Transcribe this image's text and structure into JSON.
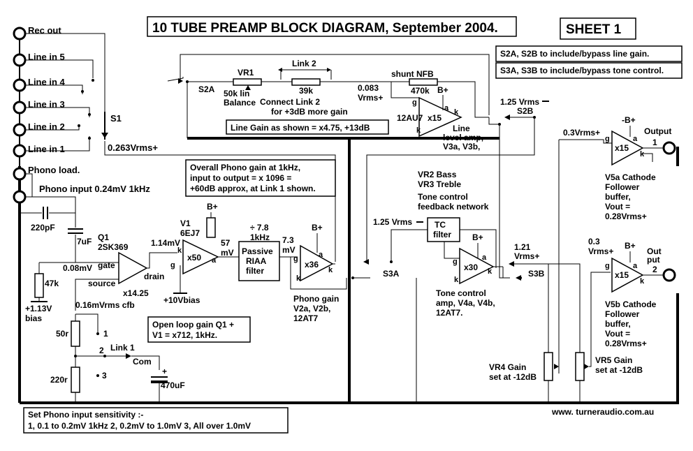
{
  "title": "10 TUBE PREAMP BLOCK DIAGRAM, September 2004.",
  "sheet": "SHEET 1",
  "website": "www. turneraudio.com.au",
  "inputs": {
    "rec_out": "Rec out",
    "line5": "Line in 5",
    "line4": "Line in 4",
    "line3": "Line in 3",
    "line2": "Line in 2",
    "line1": "Line in 1",
    "phono_load": "Phono load.",
    "phono_input": "Phono input 0.24mV 1kHz"
  },
  "selector": {
    "s1": "S1",
    "level": "0.263Vrms+"
  },
  "notes": {
    "s2": "S2A, S2B to include/bypass line gain.",
    "s3": "S3A, S3B to include/bypass tone control.",
    "line_gain": "Line Gain as shown = x4.75, +13dB",
    "overall_1": "Overall Phono gain at 1kHz,",
    "overall_2": "input to output = x 1096 =",
    "overall_3": "+60dB approx, at Link 1 shown.",
    "openloop_1": "Open loop gain Q1 +",
    "openloop_2": "V1 = x712, 1kHz.",
    "sens_1": "Set Phono input sensitivity :-",
    "sens_2": "1, 0.1 to 0.2mV 1kHz   2, 0.2mV to 1.0mV   3, All over 1.0mV"
  },
  "line_stage": {
    "vr1": "VR1",
    "vr1_value": "50k lin",
    "vr1_name": "Balance",
    "s2a": "S2A",
    "link2": "Link 2",
    "r39k": "39k",
    "link2_note_1": "Connect Link 2",
    "link2_note_2": "for +3dB more gain",
    "level_in_1": "0.083",
    "level_in_2": "Vrms+",
    "shunt_nfb": "shunt NFB",
    "r470k": "470k",
    "tube": "12AU7",
    "gain": "x15",
    "bplus": "B+",
    "pin_g": "g",
    "pin_a": "a",
    "pin_k": "k",
    "label_1": "Line",
    "label_2": "level amp,",
    "label_3": "V3a, V3b,",
    "level_out": "1.25 Vrms",
    "s2b": "S2B"
  },
  "phono_stage": {
    "cap_220p": "220pF",
    "cap_7u": "7uF",
    "q1": "Q1",
    "q1_type": "2SK369",
    "q1_in": "0.08mV",
    "gate": "gate",
    "source": "source",
    "drain": "drain",
    "q1_gain": "x14.25",
    "r47k": "47k",
    "bias_v": "+1.13V",
    "bias": "bias",
    "cfb": "0.16mVrms  cfb",
    "r50": "50r",
    "r220": "220r",
    "link1": "Link 1",
    "pos1": "1",
    "pos2": "2",
    "pos3": "3",
    "com": "Com",
    "cap_470u": "470uF",
    "v1": "V1",
    "v1_type": "6EJ7",
    "v1_in": "1.14mV",
    "v1_gain": "x50",
    "v1_bias": "+10Vbias",
    "v1_out_1": "57",
    "v1_out_2": "mV",
    "riaa_div": "÷ 7.8",
    "riaa_freq": "1kHz",
    "riaa_1": "Passive",
    "riaa_2": "RIAA",
    "riaa_3": "filter",
    "v2_in_1": "7.3",
    "v2_in_2": "mV",
    "v2_gain": "x36",
    "label_1": "Phono gain",
    "label_2": "V2a, V2b,",
    "label_3": "12AT7"
  },
  "tone_stage": {
    "vr2": "VR2 Bass",
    "vr3": "VR3 Treble",
    "tc_1": "Tone control",
    "tc_2": "feedback network",
    "level_in": "1.25 Vrms",
    "filter_1": "TC",
    "filter_2": "filter",
    "gain": "x30",
    "s3a": "S3A",
    "s3b": "S3B",
    "level_out_1": "1.21",
    "level_out_2": "Vrms+",
    "label_1": "Tone control",
    "label_2": "amp, V4a, V4b,",
    "label_3": "12AT7."
  },
  "output_stage": {
    "out1_level": "0.3Vrms+",
    "out1_label": "Output",
    "out1_num": "1",
    "minus_bplus": "-B+",
    "gain": "x15",
    "v5a_1": "V5a Cathode",
    "v5a_2": "Follower",
    "v5a_3": "buffer,",
    "v5a_4": "Vout =",
    "v5a_5": "0.28Vrms+",
    "out2_level_1": "0.3",
    "out2_level_2": "Vrms+",
    "out2_label_1": "Out",
    "out2_label_2": "put",
    "out2_num": "2",
    "v5b_1": "V5b Cathode",
    "v5b_2": "Follower",
    "v5b_3": "buffer,",
    "v5b_4": "Vout =",
    "v5b_5": "0.28Vrms+",
    "vr4_1": "VR4 Gain",
    "vr4_2": "set at -12dB",
    "vr5_1": "VR5 Gain",
    "vr5_2": "set at -12dB"
  }
}
